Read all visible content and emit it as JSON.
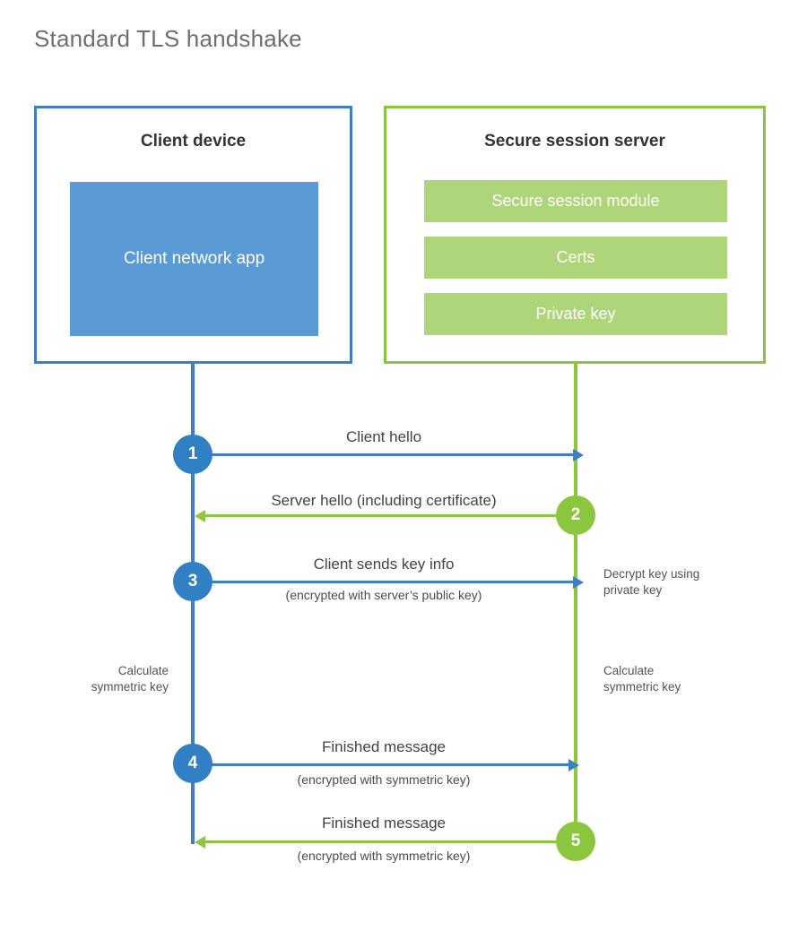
{
  "diagram": {
    "title": "Standard TLS handshake",
    "colors": {
      "client_border": "#3d7fc1",
      "client_fill": "#5b9bd5",
      "server_border": "#8cc63f",
      "server_fill": "#aed57a",
      "client_circle": "#3180c4",
      "server_circle": "#8cc63f",
      "text": "#434343",
      "title_text": "#6e6e6e"
    },
    "client": {
      "title": "Client device",
      "app_label": "Client network app"
    },
    "server": {
      "title": "Secure session server",
      "modules": [
        {
          "label": "Secure session module"
        },
        {
          "label": "Certs"
        },
        {
          "label": "Private key"
        }
      ]
    },
    "steps": [
      {
        "number": "1",
        "label": "Client hello",
        "sublabel": "",
        "direction": "client-to-server",
        "origin": "client"
      },
      {
        "number": "2",
        "label": "Server hello (including certificate)",
        "sublabel": "",
        "direction": "server-to-client",
        "origin": "server"
      },
      {
        "number": "3",
        "label": "Client sends key info",
        "sublabel": "(encrypted with server’s public key)",
        "direction": "client-to-server",
        "origin": "client"
      },
      {
        "number": "4",
        "label": "Finished message",
        "sublabel": "(encrypted with symmetric key)",
        "direction": "client-to-server",
        "origin": "client"
      },
      {
        "number": "5",
        "label": "Finished message",
        "sublabel": "(encrypted with symmetric key)",
        "direction": "server-to-client",
        "origin": "server"
      }
    ],
    "annotations": {
      "decrypt_key": "Decrypt key using\nprivate key",
      "decrypt_key_line1": "Decrypt key using",
      "decrypt_key_line2": "private key",
      "client_calc_line1": "Calculate",
      "client_calc_line2": "symmetric key",
      "server_calc_line1": "Calculate",
      "server_calc_line2": "symmetric key"
    }
  }
}
